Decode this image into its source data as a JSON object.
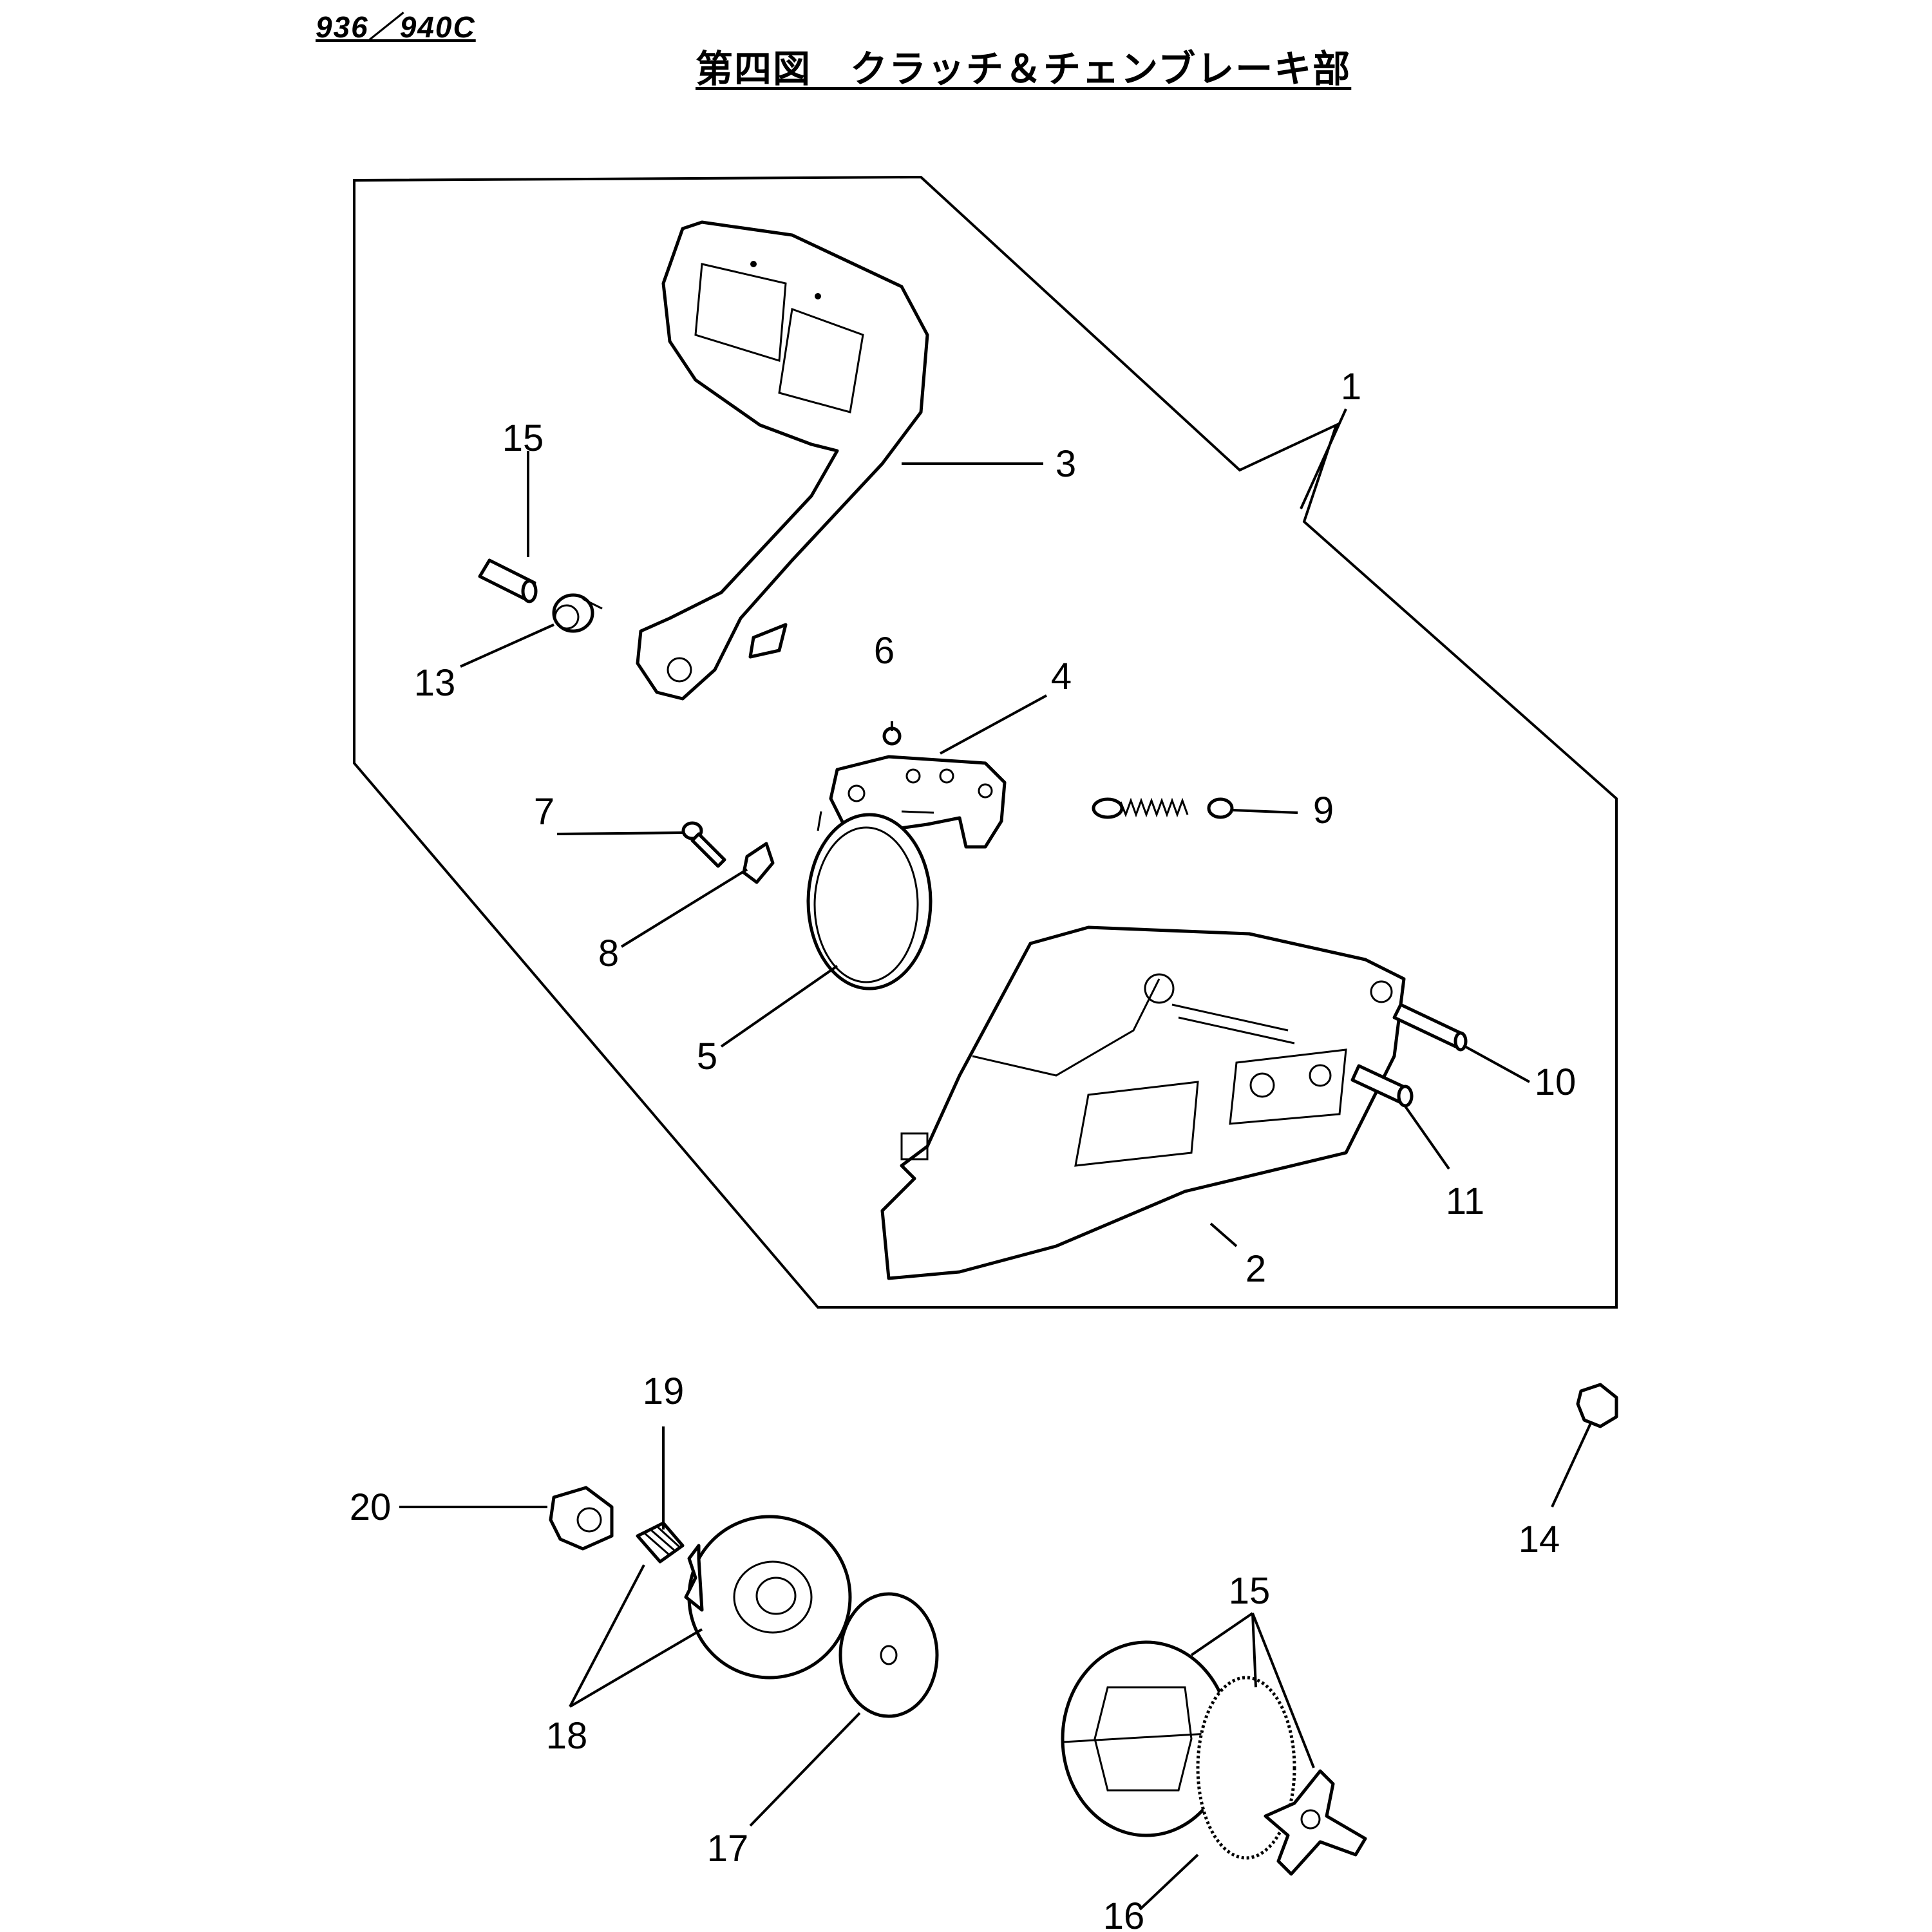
{
  "header": {
    "model_code": "936／940C",
    "title": "第四図　クラッチ＆チェンブレーキ部"
  },
  "callouts": [
    {
      "id": "c1",
      "text": "1"
    },
    {
      "id": "c2",
      "text": "2"
    },
    {
      "id": "c3",
      "text": "3"
    },
    {
      "id": "c4",
      "text": "4"
    },
    {
      "id": "c5",
      "text": "5"
    },
    {
      "id": "c6",
      "text": "6"
    },
    {
      "id": "c7",
      "text": "7"
    },
    {
      "id": "c8",
      "text": "8"
    },
    {
      "id": "c9",
      "text": "9"
    },
    {
      "id": "c10",
      "text": "10"
    },
    {
      "id": "c11",
      "text": "11"
    },
    {
      "id": "c13",
      "text": "13"
    },
    {
      "id": "c14",
      "text": "14"
    },
    {
      "id": "c15a",
      "text": "15"
    },
    {
      "id": "c15b",
      "text": "15"
    },
    {
      "id": "c16",
      "text": "16"
    },
    {
      "id": "c17",
      "text": "17"
    },
    {
      "id": "c18",
      "text": "18"
    },
    {
      "id": "c19",
      "text": "19"
    },
    {
      "id": "c20",
      "text": "20"
    }
  ]
}
